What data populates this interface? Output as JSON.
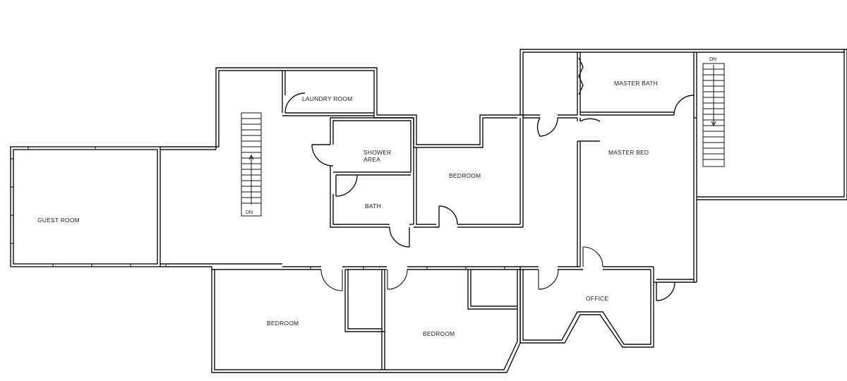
{
  "floor_plan": {
    "rooms": {
      "guest_room": "GUEST ROOM",
      "laundry_room": "LAUNDRY ROOM",
      "shower_area_line1": "SHOWER",
      "shower_area_line2": "AREA",
      "bath": "BATH",
      "bedroom_center": "BEDROOM",
      "master_bath": "MASTER BATH",
      "master_bed": "MASTER BED",
      "bedroom_lower_left": "BEDROOM",
      "bedroom_lower_middle": "BEDROOM",
      "office": "OFFICE"
    },
    "stairs": {
      "left_stair_label": "DN",
      "right_stair_label": "DN"
    }
  }
}
